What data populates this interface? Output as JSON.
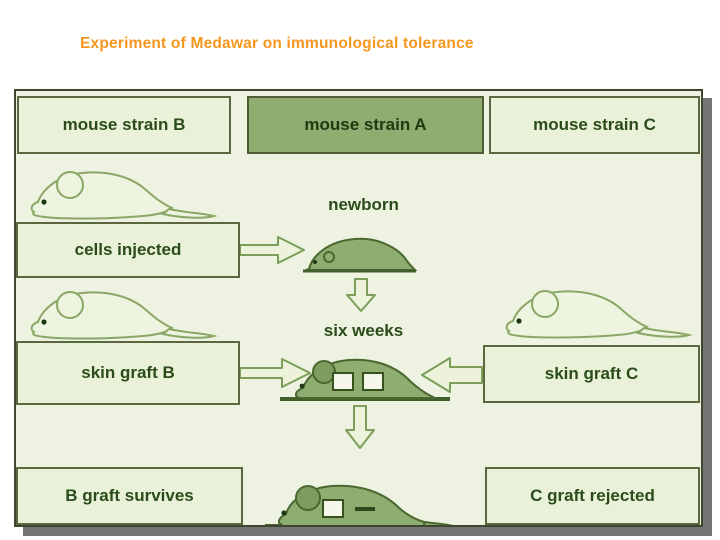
{
  "title": "Experiment of Medawar on immunological tolerance",
  "diagram": {
    "headers": [
      {
        "label": "mouse strain B",
        "variant": "light"
      },
      {
        "label": "mouse strain A",
        "variant": "dark"
      },
      {
        "label": "mouse strain C",
        "variant": "light"
      }
    ],
    "labels": {
      "cells_injected": "cells injected",
      "newborn": "newborn",
      "six_weeks": "six weeks",
      "skin_graft_b": "skin graft B",
      "skin_graft_c": "skin graft C",
      "b_result": "B graft survives",
      "c_result": "C graft rejected"
    },
    "art": [
      "adult-mouse-outline-strain-b-top",
      "adult-mouse-outline-strain-b-middle",
      "adult-mouse-outline-strain-c",
      "newborn-mouse-filled",
      "six-week-mouse-with-two-grafts",
      "final-mouse-b-graft-kept-c-graft-lost",
      "arrow-cells-injected-right",
      "arrow-skin-graft-b-right",
      "arrow-skin-graft-c-left",
      "arrow-down-newborn-to-six-weeks",
      "arrow-down-six-weeks-to-result"
    ],
    "colors": {
      "title_orange": "#f5971f",
      "panel_background": "#edf3e0",
      "light_box_background": "#e9f1d8",
      "dark_box_background": "#8fac71",
      "label_text_green": "#2b4c1a",
      "mouse_fill_green": "#8fac71",
      "outline_stroke_green": "#8ba767",
      "drop_shadow_gray": "#757575"
    }
  }
}
